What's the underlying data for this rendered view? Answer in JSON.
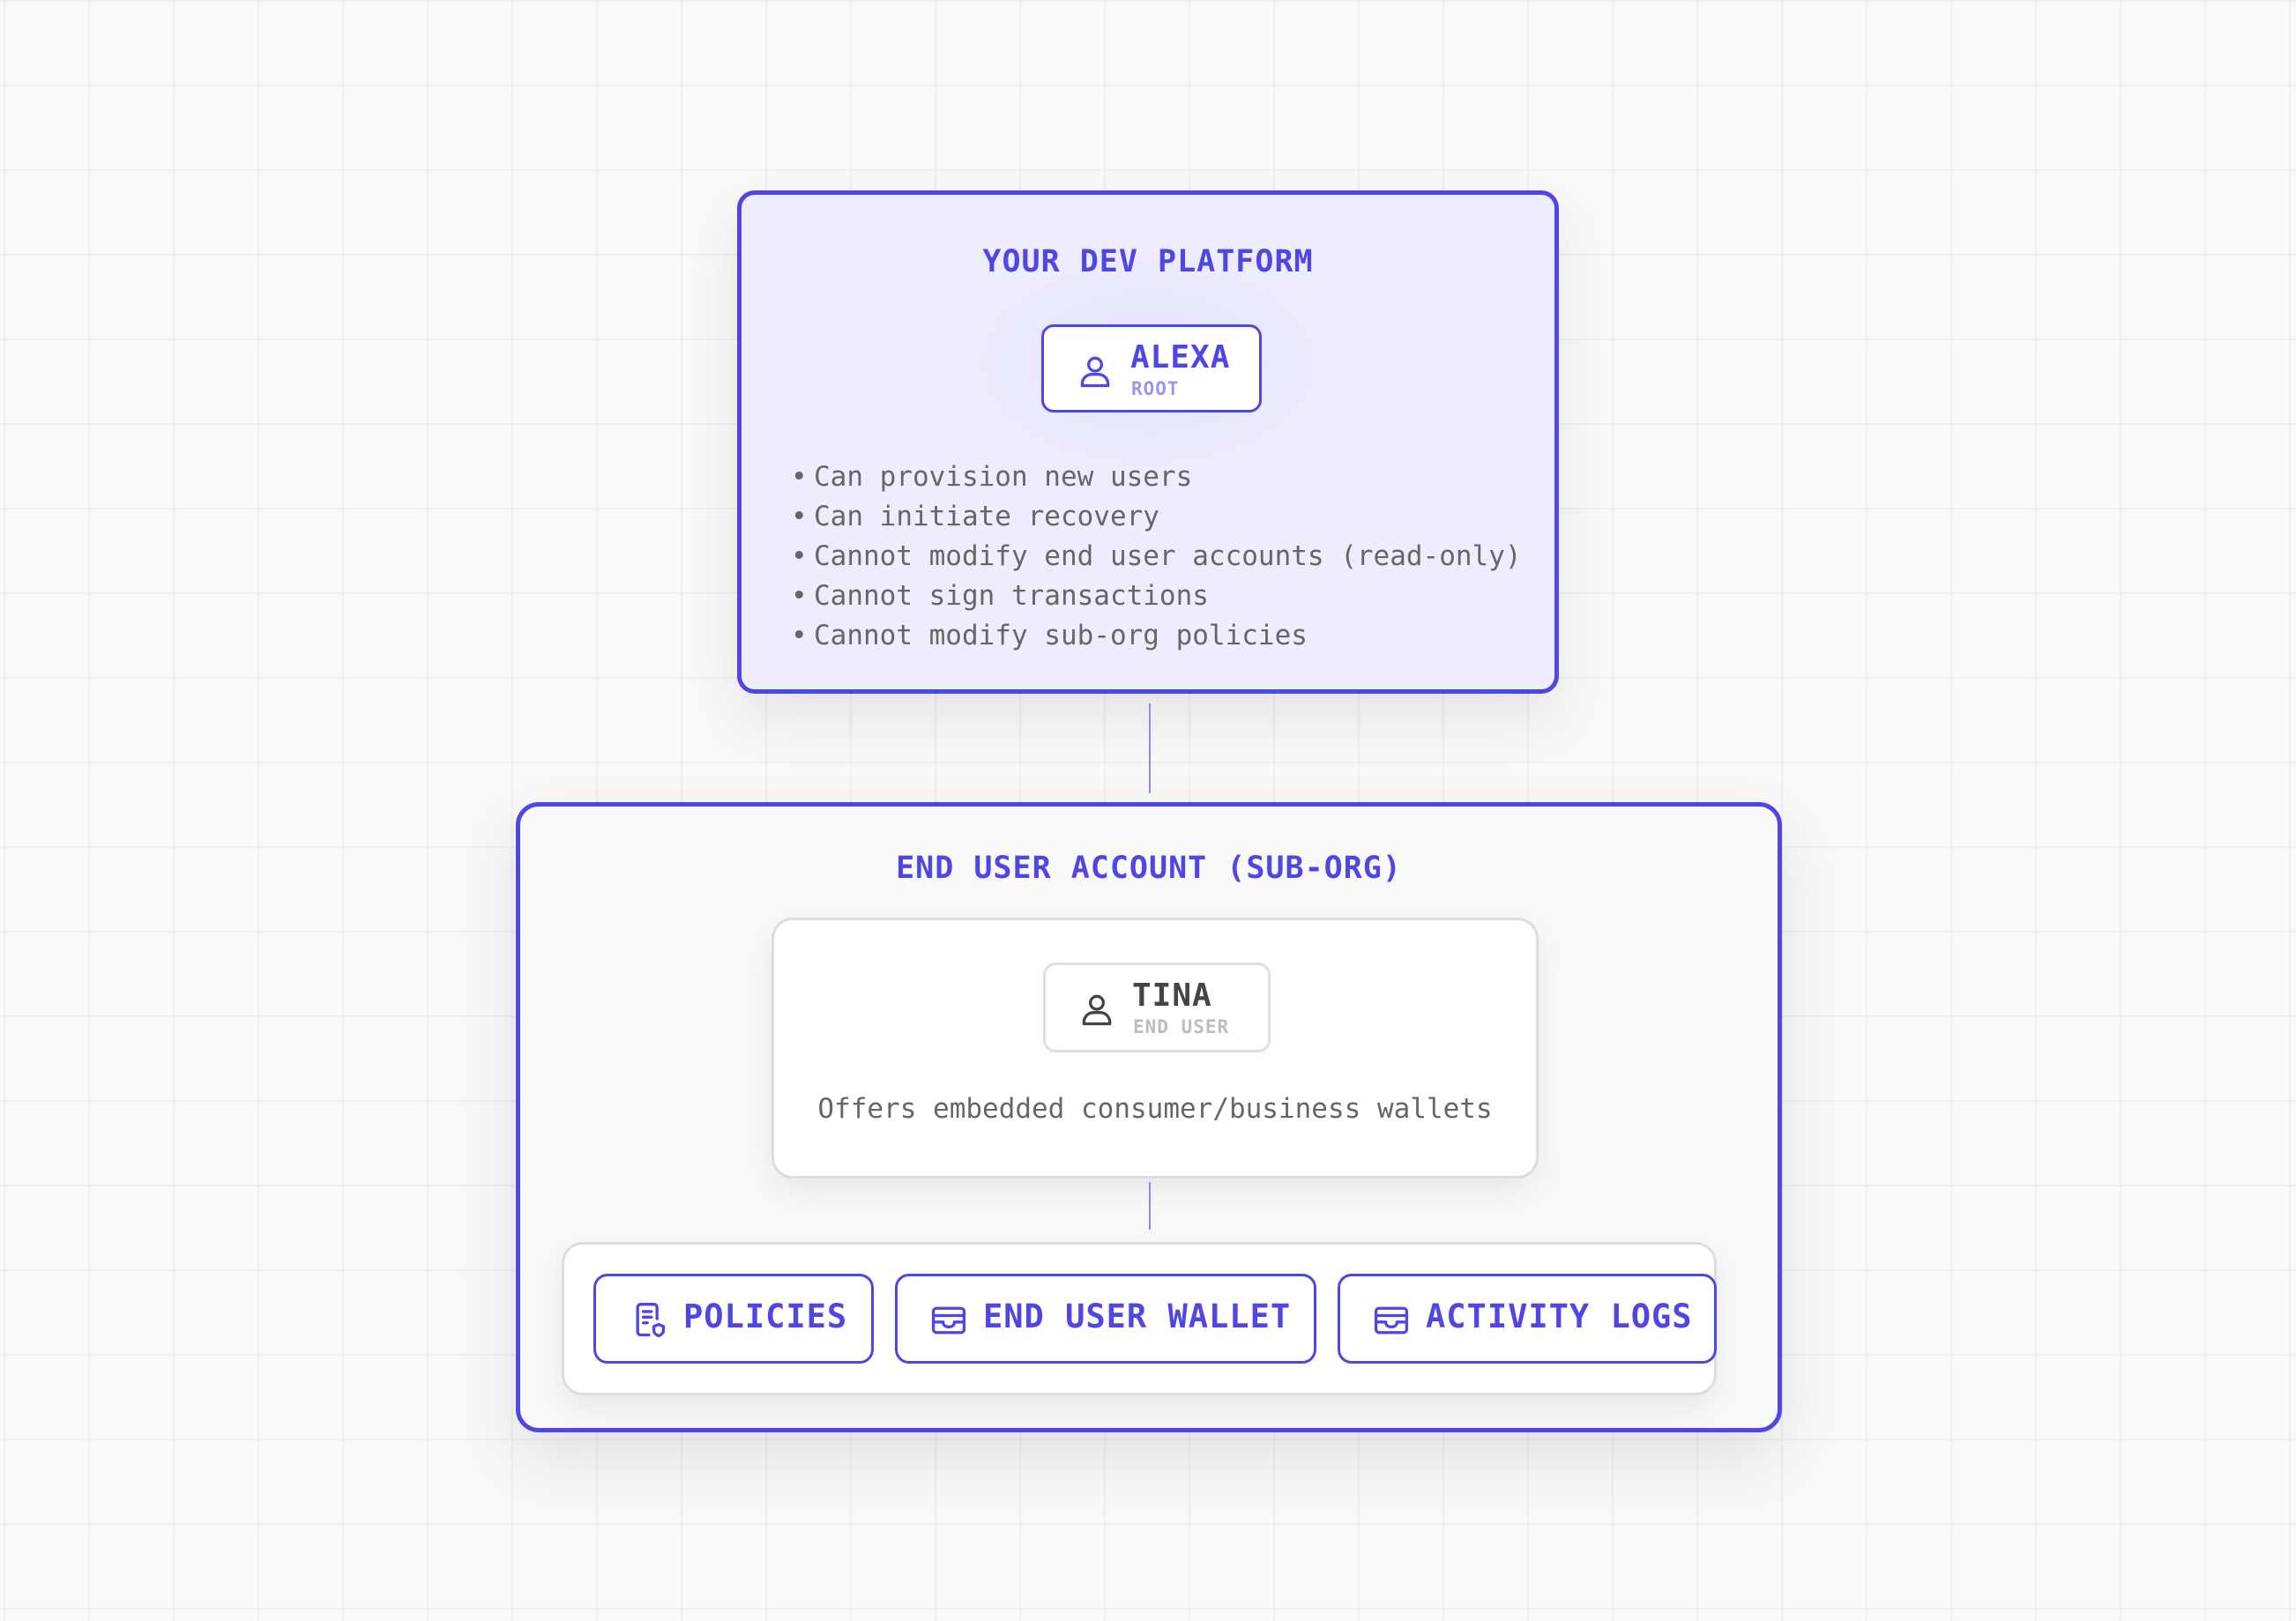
{
  "platform": {
    "title": "YOUR DEV PLATFORM",
    "root_user": {
      "name": "ALEXA",
      "role": "ROOT",
      "icon": "user-icon"
    },
    "permissions": [
      "Can provision new users",
      "Can initiate recovery",
      "Cannot modify end user accounts (read-only)",
      "Cannot sign transactions",
      "Cannot modify sub-org policies"
    ],
    "bullet": "•"
  },
  "suborg": {
    "title": "END USER ACCOUNT (SUB-ORG)",
    "end_user": {
      "name": "TINA",
      "role": "END USER",
      "icon": "user-icon",
      "description": "Offers embedded consumer/business wallets"
    },
    "resources": [
      {
        "label": "POLICIES",
        "icon": "policy-document-icon"
      },
      {
        "label": "END USER WALLET",
        "icon": "wallet-icon"
      },
      {
        "label": "ACTIVITY LOGS",
        "icon": "wallet-icon"
      }
    ]
  },
  "colors": {
    "accent": "#4f46e5",
    "accent_light": "#9c96f0",
    "platform_fill": "#ededfd",
    "muted_text": "#666666",
    "card_border": "#dddddd",
    "background": "#f9f9f9"
  }
}
